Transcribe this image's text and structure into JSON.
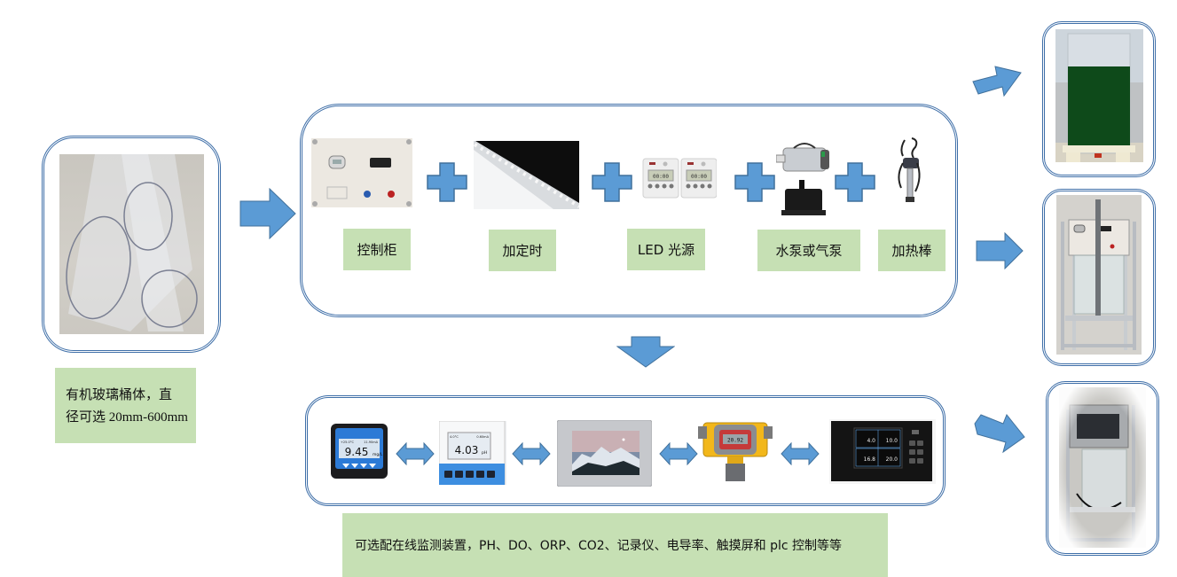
{
  "title": "光生物反应器系统组成示意图",
  "colors": {
    "arrow_fill": "#5b9bd5",
    "arrow_stroke": "#41719c",
    "frame_border": "#3f6fa8",
    "label_bg": "#c6e0b4"
  },
  "tube": {
    "photo_icon": "acrylic-tubes-photo",
    "caption_line1": "有机玻璃桶体，直",
    "caption_line2": "径可选 20mm-600mm"
  },
  "components": [
    {
      "name": "control-cabinet",
      "label": "控制柜",
      "icon": "control-cabinet-photo"
    },
    {
      "name": "timer",
      "label": "加定时",
      "icon": "led-strip-photo"
    },
    {
      "name": "led-light",
      "label": "LED 光源",
      "icon": "timer-switch-photo"
    },
    {
      "name": "pump",
      "label": "水泵或气泵",
      "icon": "pump-photo"
    },
    {
      "name": "heater",
      "label": "加热棒",
      "icon": "heater-rod-photo"
    }
  ],
  "monitoring": {
    "devices": [
      {
        "name": "do-meter",
        "reading": "9.45",
        "unit": "mg/L",
        "sub_left": "+25.0°C",
        "sub_right": "11.90mA"
      },
      {
        "name": "ph-meter",
        "reading": "4.03",
        "unit": "pH",
        "sub_left": "4.0°C",
        "sub_right": "0.60mA"
      },
      {
        "name": "touch-screen",
        "reading": "",
        "unit": ""
      },
      {
        "name": "gas-detector",
        "reading": "20.92",
        "unit": ""
      },
      {
        "name": "paperless-recorder",
        "values": [
          "4.0",
          "10.0",
          "16.8",
          "20.0"
        ]
      }
    ],
    "caption": "可选配在线监测装置，PH、DO、ORP、CO2、记录仪、电导率、触摸屏和 plc 控制等等"
  },
  "results": [
    {
      "name": "algae-culture-tube",
      "icon": "green-algae-tube-photo"
    },
    {
      "name": "reactor-with-cabinet",
      "icon": "reactor-frame-photo"
    },
    {
      "name": "reactor-with-touchscreen",
      "icon": "reactor-touchscreen-photo"
    }
  ]
}
